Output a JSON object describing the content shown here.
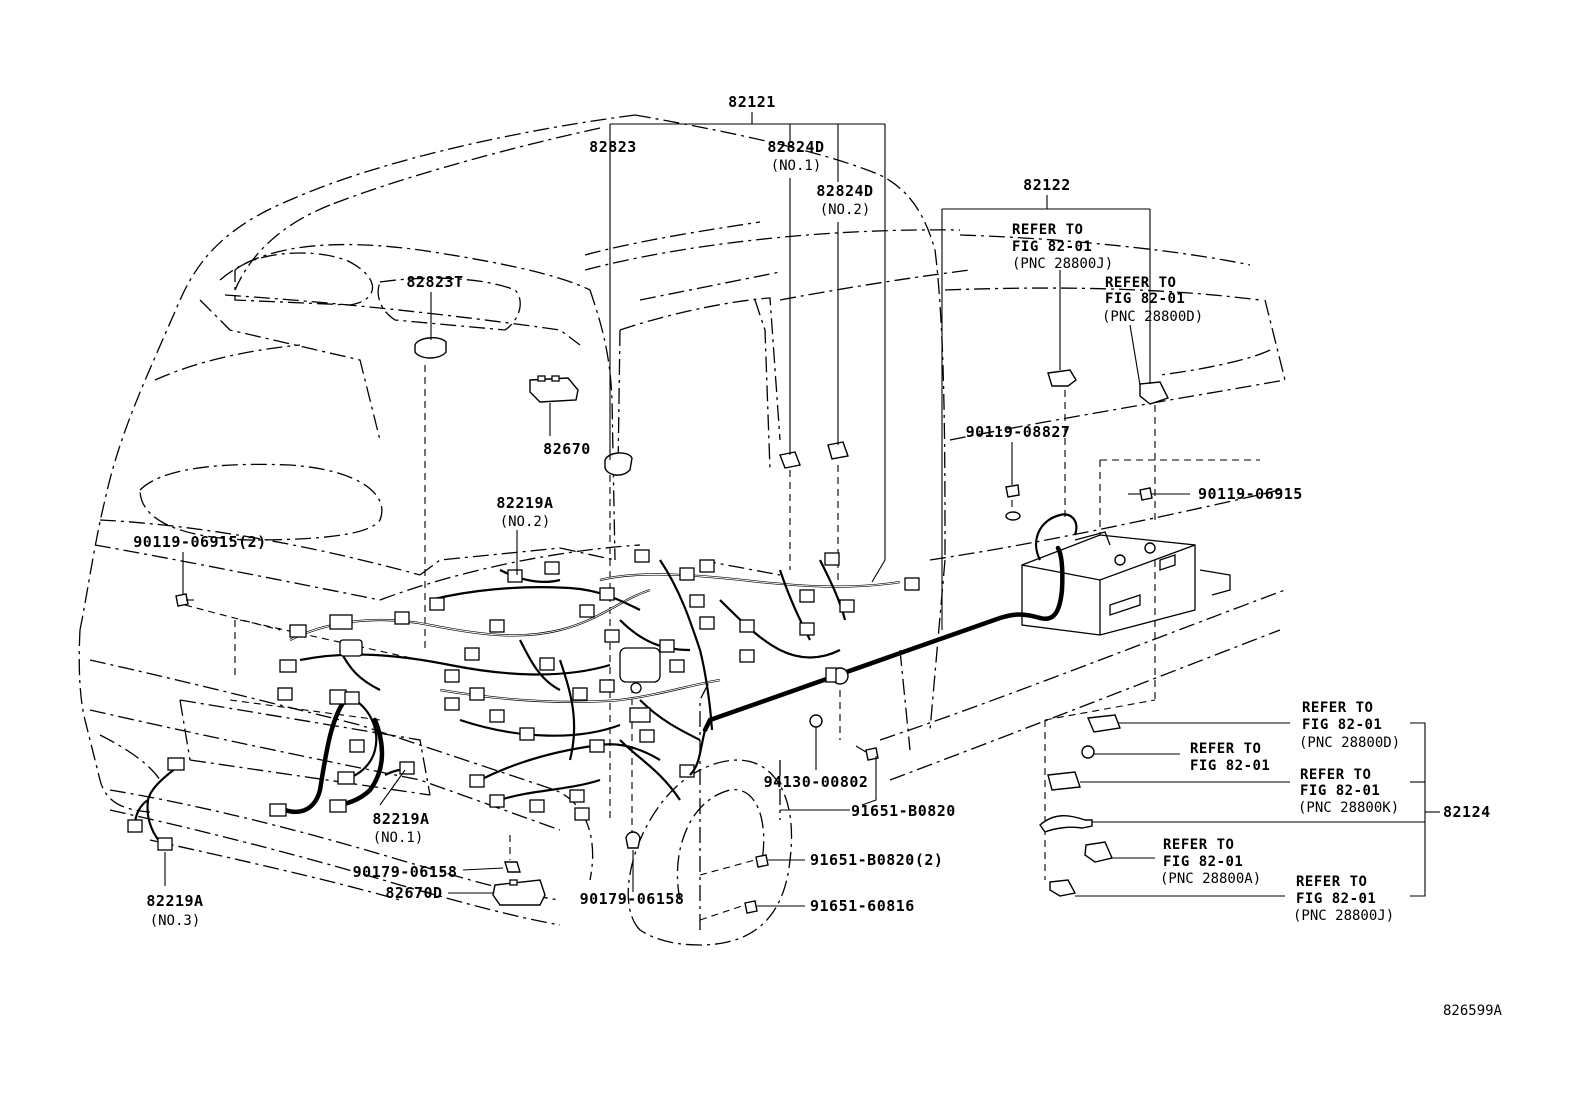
{
  "diagram_id": "826599A",
  "labels": {
    "l82121": "82121",
    "l82823": "82823",
    "l82824d_1": "82824D",
    "l82824d_1_no": "(NO.1)",
    "l82824d_2": "82824D",
    "l82824d_2_no": "(NO.2)",
    "l82122": "82122",
    "l82823t": "82823T",
    "l82670": "82670",
    "l82219a_2": "82219A",
    "l82219a_2_no": "(NO.2)",
    "l90119_06915_2": "90119-06915(2)",
    "l90119_08827": "90119-08827",
    "l90119_06915": "90119-06915",
    "l94130_00802": "94130-00802",
    "l91651_b0820": "91651-B0820",
    "l82219a_1": "82219A",
    "l82219a_1_no": "(NO.1)",
    "l90179_06158_a": "90179-06158",
    "l82670d": "82670D",
    "l82219a_3": "82219A",
    "l82219a_3_no": "(NO.3)",
    "l90179_06158_b": "90179-06158",
    "l91651_b0820_2": "91651-B0820(2)",
    "l91651_60816": "91651-60816",
    "l82124": "82124"
  },
  "refer_notes": {
    "top_j": [
      "REFER TO",
      "FIG 82-01",
      "(PNC 28800J)"
    ],
    "top_d": [
      "REFER TO",
      "FIG 82-01",
      "(PNC 28800D)"
    ],
    "r1_d": [
      "REFER TO",
      "FIG 82-01",
      "(PNC 28800D)"
    ],
    "r2": [
      "REFER TO",
      "FIG 82-01"
    ],
    "r3_k": [
      "REFER TO",
      "FIG 82-01",
      "(PNC 28800K)"
    ],
    "r4_a": [
      "REFER TO",
      "FIG 82-01",
      "(PNC 28800A)"
    ],
    "r5_j": [
      "REFER TO",
      "FIG 82-01",
      "(PNC 28800J)"
    ]
  }
}
